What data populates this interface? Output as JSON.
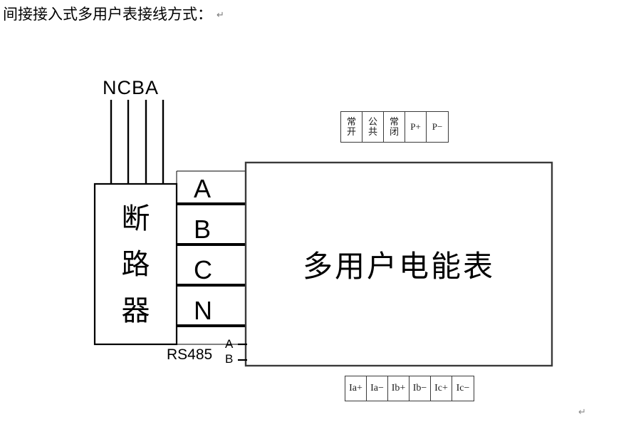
{
  "title": {
    "text": "间接接入式多用户表接线方式：",
    "pilcrow": "↵"
  },
  "diagram": {
    "supply": {
      "labels": "NCBA",
      "wire_count": 4
    },
    "breaker": {
      "caption_chars": [
        "断",
        "路",
        "器"
      ],
      "caption": "断路器"
    },
    "phase_lines": [
      {
        "label": "A"
      },
      {
        "label": "B"
      },
      {
        "label": "C"
      },
      {
        "label": "N"
      }
    ],
    "meter": {
      "caption": "多用户电能表"
    },
    "rs485": {
      "label": "RS485",
      "line_a": "A",
      "line_b": "B"
    },
    "relay_terminals": {
      "name": "relay-output-terminal-block",
      "cells": [
        {
          "type": "stack",
          "top": "常",
          "bottom": "开",
          "text": "常开"
        },
        {
          "type": "stack",
          "top": "公",
          "bottom": "共",
          "text": "公共"
        },
        {
          "type": "stack",
          "top": "常",
          "bottom": "闭",
          "text": "常闭"
        },
        {
          "type": "plain",
          "text": "P+"
        },
        {
          "type": "plain",
          "text": "P−"
        }
      ]
    },
    "current_terminals": {
      "name": "current-input-terminal-block",
      "cells": [
        {
          "text": "Ia+"
        },
        {
          "text": "Ia−"
        },
        {
          "text": "Ib+"
        },
        {
          "text": "Ib−"
        },
        {
          "text": "Ic+"
        },
        {
          "text": "Ic−"
        }
      ]
    }
  },
  "page": {
    "pilcrow": "↵"
  },
  "colors": {
    "line": "#000000",
    "box_border": "#3a3a3a",
    "text": "#000000",
    "pilcrow": "#8a8a8a",
    "background": "#ffffff"
  }
}
